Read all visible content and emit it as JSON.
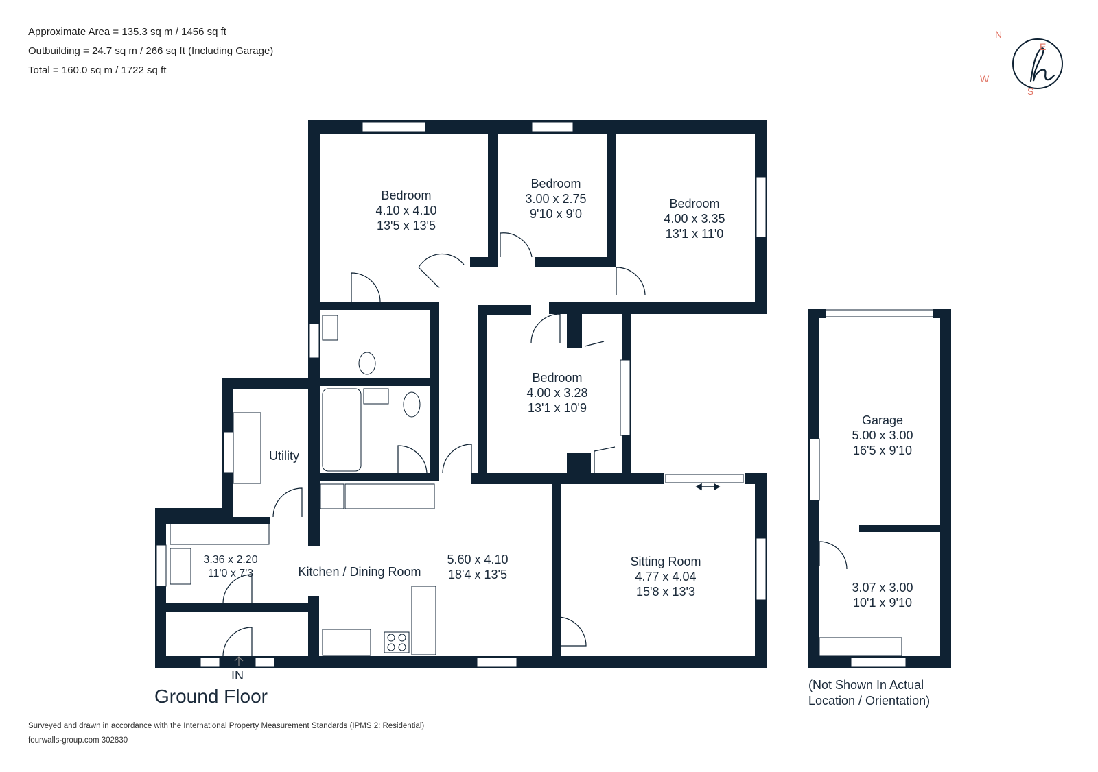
{
  "header": {
    "area": "Approximate Area = 135.3 sq m / 1456 sq ft",
    "outbuilding": "Outbuilding = 24.7 sq m / 266 sq ft (Including Garage)",
    "total": "Total = 160.0 sq m / 1722 sq ft"
  },
  "compass": {
    "n": "N",
    "e": "E",
    "s": "S",
    "w": "W",
    "logo_icon": "fourwalls-h-logo-icon",
    "accent": "#e07060"
  },
  "rooms": {
    "bedroom1": {
      "name": "Bedroom",
      "metric": "4.10 x 4.10",
      "imperial": "13'5 x 13'5"
    },
    "bedroom2": {
      "name": "Bedroom",
      "metric": "3.00 x 2.75",
      "imperial": "9'10 x 9'0"
    },
    "bedroom3": {
      "name": "Bedroom",
      "metric": "4.00 x 3.35",
      "imperial": "13'1 x 11'0"
    },
    "bedroom4": {
      "name": "Bedroom",
      "metric": "4.00 x 3.28",
      "imperial": "13'1 x 10'9"
    },
    "utility": {
      "name": "Utility"
    },
    "kitchen": {
      "name": "Kitchen / Dining Room",
      "metric": "5.60 x 4.10",
      "imperial": "18'4 x 13'5"
    },
    "kitchen_ext": {
      "metric": "3.36 x 2.20",
      "imperial": "11'0 x 7'3"
    },
    "sitting": {
      "name": "Sitting Room",
      "metric": "4.77 x 4.04",
      "imperial": "15'8 x 13'3"
    },
    "garage": {
      "name": "Garage",
      "metric": "5.00 x 3.00",
      "imperial": "16'5 x 9'10"
    },
    "garage_store": {
      "metric": "3.07 x 3.00",
      "imperial": "10'1 x 9'10"
    }
  },
  "entrance_label": "IN",
  "floor_title": "Ground Floor",
  "outbuilding_note": [
    "(Not Shown In Actual",
    "Location / Orientation)"
  ],
  "footer": {
    "standards": "Surveyed and drawn in accordance with the International Property Measurement Standards (IPMS 2: Residential)",
    "ref": "fourwalls-group.com 302830"
  },
  "colors": {
    "wall": "#0f2233",
    "text": "#1b2a3a"
  }
}
